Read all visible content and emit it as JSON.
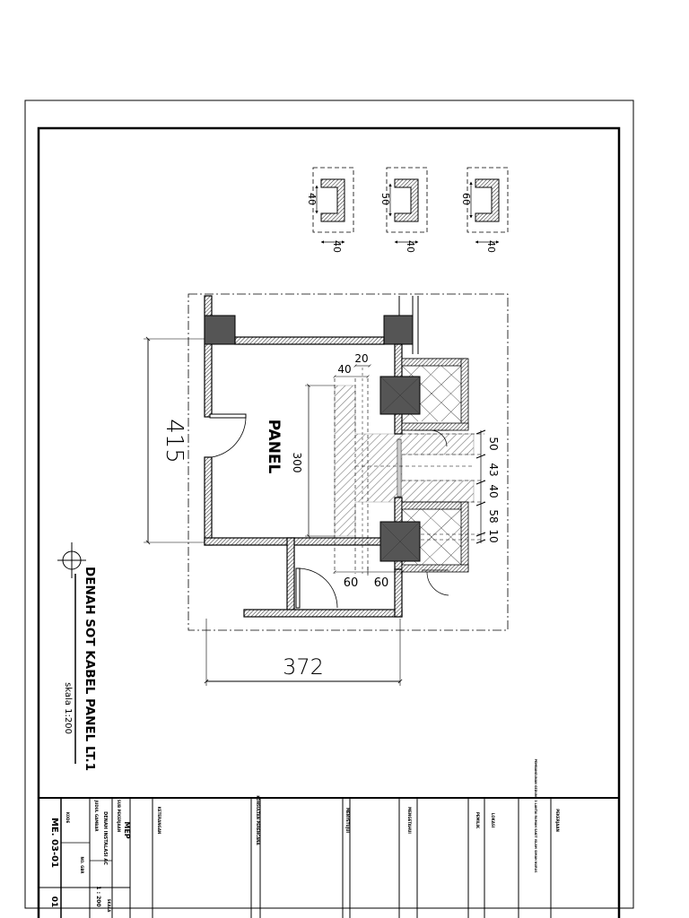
{
  "drawing": {
    "title": "DENAH SOT KABEL PANEL LT.1",
    "scale": "skala 1:200",
    "room_label": "PANEL"
  },
  "dimensions": {
    "total_height": "415",
    "total_width": "372",
    "panel_length": "300",
    "top_40": "40",
    "top_20": "20",
    "right_50": "50",
    "right_43": "43",
    "right_40": "40",
    "right_58": "58",
    "right_10": "10",
    "bottom_60_a": "60",
    "bottom_60_b": "60"
  },
  "details": [
    {
      "depth": "40",
      "width": "40"
    },
    {
      "depth": "50",
      "width": "40"
    },
    {
      "depth": "60",
      "width": "40"
    }
  ],
  "title_block": {
    "sheet_number": "ME. 03-01",
    "sheet_index": "01",
    "drawing_name_label": "JUDUL GAMBAR",
    "drawing_name": "DENAH INSTALASI AC",
    "scale_label": "SKALA",
    "scale_value": "1 : 200",
    "code_label": "KODE",
    "code_value": "NO. GBR",
    "discipline_label": "SUB PEKERJAAN",
    "discipline_value": "MEP",
    "notes_label": "KETERANGAN",
    "consultant_label": "KONSULTAN PERENCANA",
    "approved_label": "MENYETUJUI",
    "known_label": "MENGETAHUI",
    "owner_label": "PEMILIK",
    "location_label": "LOKASI",
    "project_label": "PEKERJAAN",
    "project_name": "PEMBANGUNAN GEDUNG 3 LANTAI RUMAH SAKIT ISLAM SIMAH NURUS"
  }
}
